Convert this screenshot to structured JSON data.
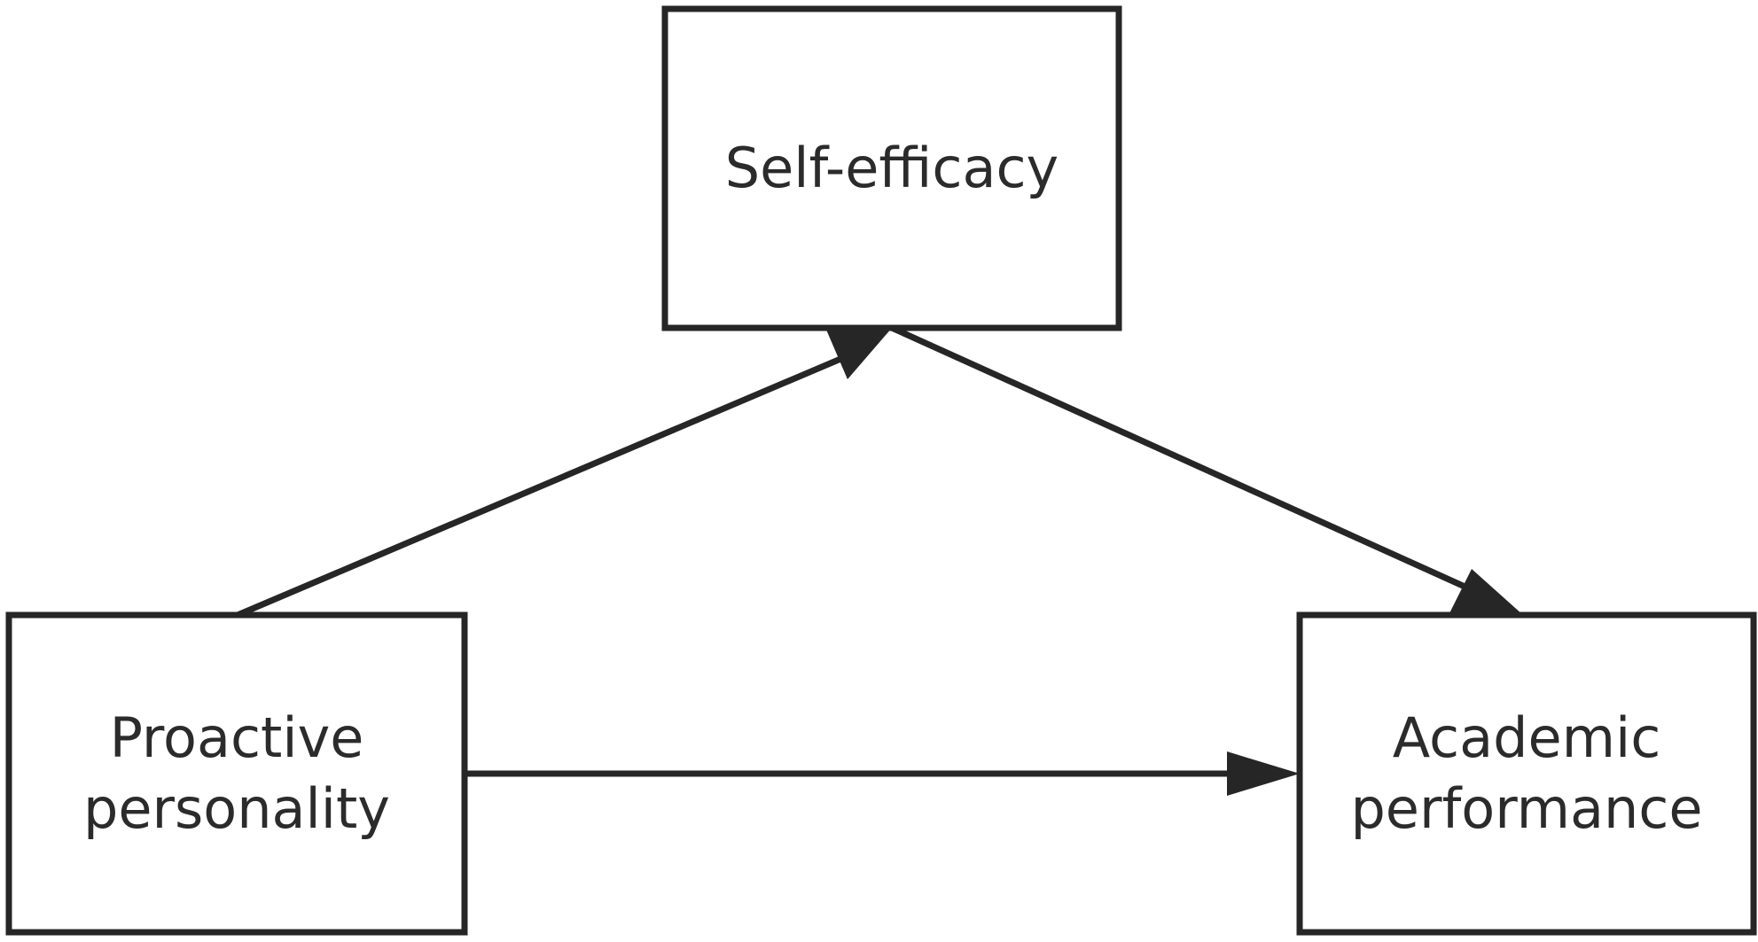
{
  "nodes": {
    "self_efficacy": {
      "lines": [
        "Self-efficacy"
      ]
    },
    "proactive_personality": {
      "lines": [
        "Proactive",
        "personality"
      ]
    },
    "academic_performance": {
      "lines": [
        "Academic",
        "performance"
      ]
    }
  },
  "edges": [
    {
      "from": "proactive_personality",
      "to": "self_efficacy"
    },
    {
      "from": "self_efficacy",
      "to": "academic_performance"
    },
    {
      "from": "proactive_personality",
      "to": "academic_performance"
    }
  ],
  "colors": {
    "stroke": "#262626",
    "text": "#2b2b2b",
    "background": "#ffffff"
  }
}
